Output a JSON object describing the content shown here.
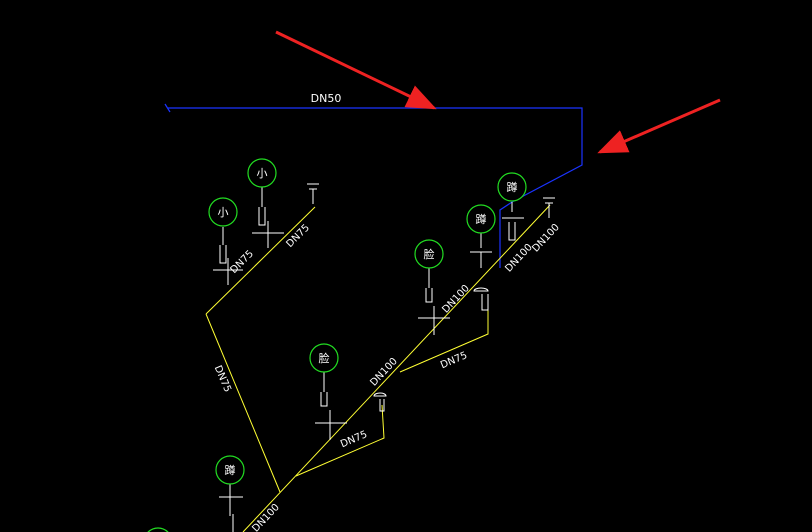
{
  "colors": {
    "background": "#000000",
    "pipe_yellow": "#ffff33",
    "pipe_blue": "#1a33ff",
    "fixture_white": "#ffffff",
    "circle_green": "#22dd22",
    "arrow_red": "#ee2222"
  },
  "labels": {
    "vent_main": "DN50",
    "upper_left_1": "DN75",
    "upper_left_2": "DN75",
    "left_diagonal": "DN75",
    "mid_riser": "DN100",
    "mid_branch": "DN75",
    "lower_branch": "DN75",
    "right_riser_1": "DN100",
    "right_riser_2": "DN100",
    "right_riser_3": "DN100",
    "bottom": "DN100"
  },
  "fixtures": {
    "f1": "小",
    "f2": "小",
    "f3": "蹲",
    "f4": "蹲",
    "f5": "脸",
    "f6": "脸",
    "f7": "蹲"
  },
  "icons": {
    "arrow_1": "arrow-icon",
    "arrow_2": "arrow-icon",
    "vent_cap": "vent-cap-icon"
  }
}
